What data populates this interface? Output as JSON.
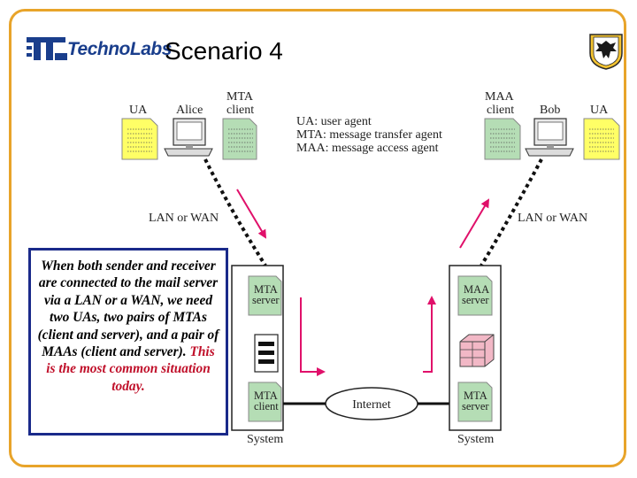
{
  "header": {
    "logo_text": "TechnoLabs",
    "title": "Scenario 4"
  },
  "labels": {
    "ua_left": "UA",
    "alice": "Alice",
    "mta_client_top_1": "MTA",
    "mta_client_top_2": "client",
    "maa_client_1": "MAA",
    "maa_client_2": "client",
    "bob": "Bob",
    "ua_right": "UA",
    "lan_wan_left": "LAN or WAN",
    "lan_wan_right": "LAN or WAN",
    "internet": "Internet",
    "system_left": "System",
    "system_right": "System",
    "mta_server_left_1": "MTA",
    "mta_server_left_2": "server",
    "mta_client_left_1": "MTA",
    "mta_client_left_2": "client",
    "maa_server_1": "MAA",
    "maa_server_2": "server",
    "mta_server_right_1": "MTA",
    "mta_server_right_2": "server"
  },
  "legend": {
    "ua": "UA: user agent",
    "mta": "MTA: message transfer agent",
    "maa": "MAA: message access agent"
  },
  "note": {
    "text": "When both sender and receiver are connected to the mail server via a LAN or a WAN, we need two UAs, two pairs of MTAs (client and server), and a pair of MAAs (client and server).",
    "highlight": "This is the most common situation today."
  },
  "colors": {
    "border": "#e8a42a",
    "doc_fill": "#ffff66",
    "module_fill": "#b5ddb5",
    "arrow": "#e0106a",
    "note_border": "#1a2a8a",
    "highlight": "#c0102a"
  }
}
